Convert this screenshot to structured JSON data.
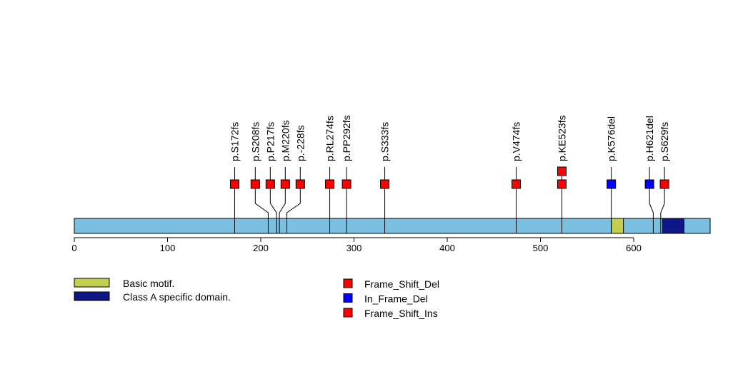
{
  "chart_data": {
    "type": "lollipop",
    "protein_length": 682,
    "xlim": [
      0,
      682
    ],
    "x_ticks": [
      0,
      100,
      200,
      300,
      400,
      500,
      600
    ],
    "domains": [
      {
        "name": "Basic motif.",
        "start": 576,
        "end": 589,
        "color": "#C2CF4F"
      },
      {
        "name": "Class A specific domain.",
        "start": 631,
        "end": 654,
        "color": "#0E1586"
      }
    ],
    "mutation_types": [
      {
        "name": "Frame_Shift_Del",
        "color": "#FF0000"
      },
      {
        "name": "In_Frame_Del",
        "color": "#0000FF"
      },
      {
        "name": "Frame_Shift_Ins",
        "color": "#FF0000"
      }
    ],
    "mutations": [
      {
        "label": "p.S172fs",
        "pos": 172,
        "count": 1,
        "type": "Frame_Shift_Del"
      },
      {
        "label": "p.S208fs",
        "pos": 208,
        "count": 1,
        "type": "Frame_Shift_Del"
      },
      {
        "label": "p.P217fs",
        "pos": 217,
        "count": 1,
        "type": "Frame_Shift_Del"
      },
      {
        "label": "p.M220fs",
        "pos": 220,
        "count": 1,
        "type": "Frame_Shift_Del"
      },
      {
        "label": "p.-228fs",
        "pos": 228,
        "count": 1,
        "type": "Frame_Shift_Ins"
      },
      {
        "label": "p.RL274fs",
        "pos": 274,
        "count": 1,
        "type": "Frame_Shift_Del"
      },
      {
        "label": "p.PP292fs",
        "pos": 292,
        "count": 1,
        "type": "Frame_Shift_Del"
      },
      {
        "label": "p.S333fs",
        "pos": 333,
        "count": 1,
        "type": "Frame_Shift_Del"
      },
      {
        "label": "p.V474fs",
        "pos": 474,
        "count": 1,
        "type": "Frame_Shift_Del"
      },
      {
        "label": "p.KE523fs",
        "pos": 523,
        "count": 2,
        "type": "Frame_Shift_Del"
      },
      {
        "label": "p.K576del",
        "pos": 576,
        "count": 1,
        "type": "In_Frame_Del"
      },
      {
        "label": "p.H621del",
        "pos": 621,
        "count": 1,
        "type": "In_Frame_Del"
      },
      {
        "label": "p.S629fs",
        "pos": 629,
        "count": 1,
        "type": "Frame_Shift_Del"
      }
    ],
    "backbone_color": "#7AC1E1"
  }
}
